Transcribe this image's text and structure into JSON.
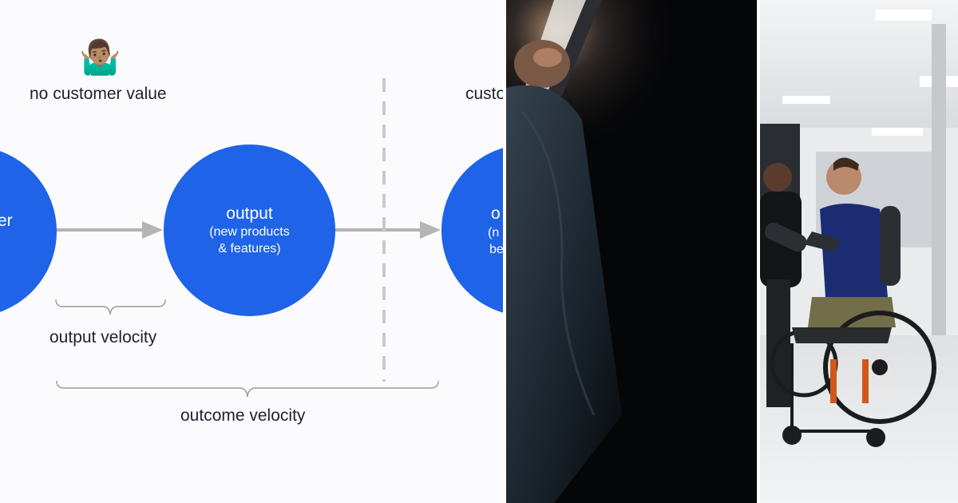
{
  "diagram": {
    "no_value_emoji": "🤷🏽‍♂️",
    "no_value_label": "no customer value",
    "partial_top_label": "custo",
    "left_circle_partial": "er",
    "output_title": "output",
    "output_sub1": "(new products",
    "output_sub2": "& features)",
    "right_circle_partial_title": "o",
    "right_circle_partial_sub1": "(n",
    "right_circle_partial_sub2": "be",
    "output_velocity_label": "output velocity",
    "outcome_velocity_label": "outcome velocity"
  },
  "colors": {
    "circle_blue": "#1f63e8",
    "arrow_gray": "#b4b4b4",
    "text_dark": "#1d2230"
  },
  "photos": {
    "dark_photo": "person-in-dark-hallway-photo",
    "right_photo": "wheelchair-user-with-prosthetic-arm-photo"
  }
}
